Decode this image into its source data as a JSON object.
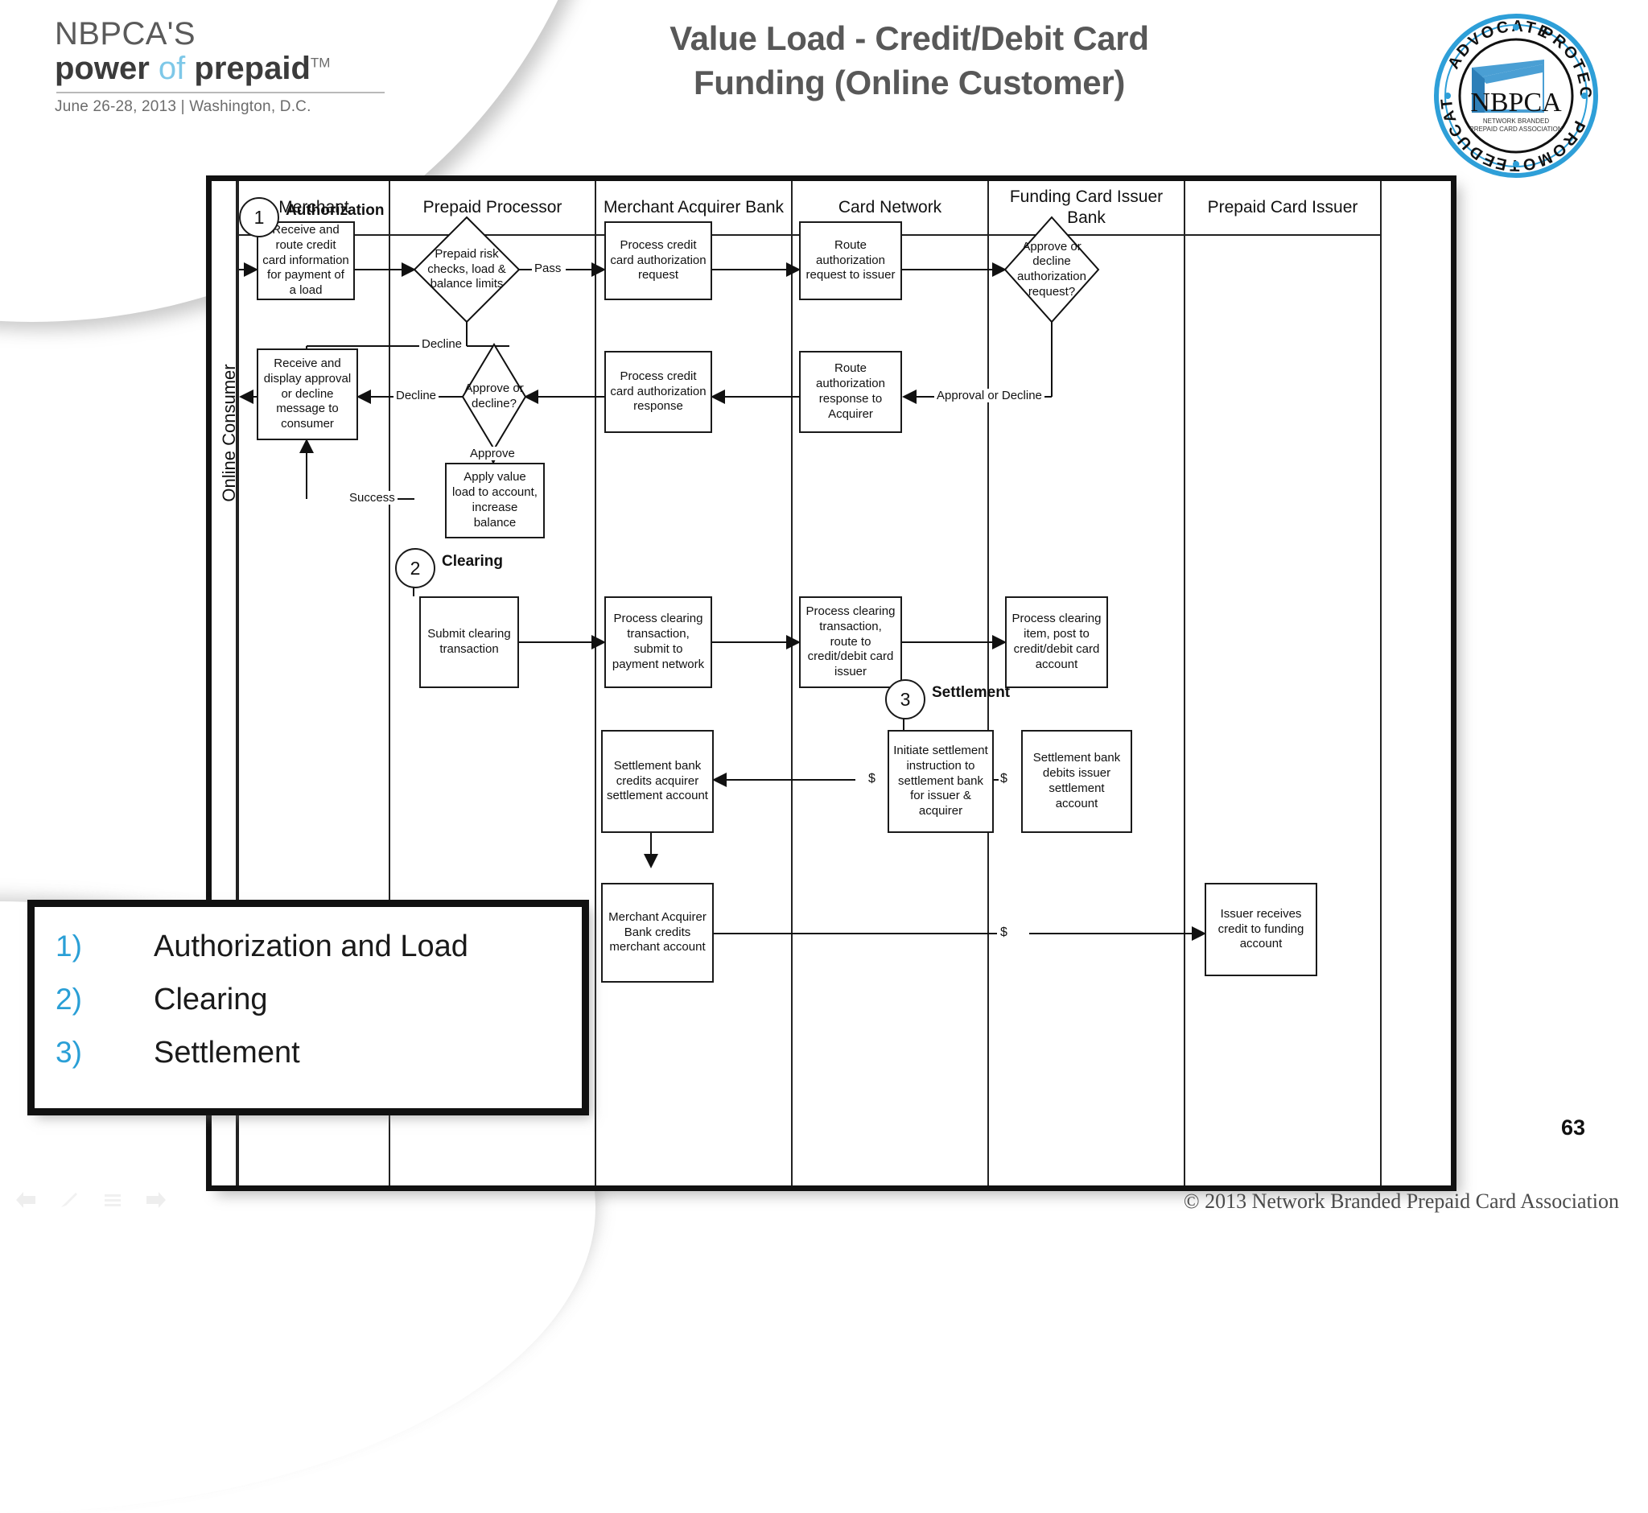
{
  "brand": {
    "line1": "NBPCA'S",
    "line2_bold1": "power",
    "line2_of": "of",
    "line2_bold2": "prepaid",
    "line2_tm": "TM",
    "line3": "June 26-28, 2013 | Washington, D.C.",
    "accent_color": "#7ec8e8"
  },
  "header": {
    "title_line1": "Value Load - Credit/Debit Card",
    "title_line2": "Funding (Online Customer)",
    "seal": {
      "name": "nbpca-seal",
      "ring_words": [
        "ADVOCATE",
        "PROTECT",
        "PROMOTE",
        "EDUCATE"
      ],
      "center_text": "NBPCA",
      "center_sub1": "NETWORK BRANDED",
      "center_sub2": "PREPAID CARD ASSOCIATION",
      "ring_color": "#2e9fd8"
    }
  },
  "diagram": {
    "consumer_lane_label": "Online Consumer",
    "lanes": [
      {
        "label": "Merchant"
      },
      {
        "label": "Prepaid Processor"
      },
      {
        "label": "Merchant Acquirer Bank"
      },
      {
        "label": "Card Network"
      },
      {
        "label": "Funding Card Issuer Bank"
      },
      {
        "label": "Prepaid Card Issuer"
      }
    ],
    "sections": [
      {
        "number": "1",
        "title": "Authorization"
      },
      {
        "number": "2",
        "title": "Clearing"
      },
      {
        "number": "3",
        "title": "Settlement"
      }
    ],
    "nodes": [
      {
        "id": "n1",
        "text": "Receive and route credit card information for payment of a load"
      },
      {
        "id": "n2",
        "text": "Prepaid risk checks, load & balance limits",
        "shape": "diamond"
      },
      {
        "id": "n3",
        "text": "Process credit card authorization request"
      },
      {
        "id": "n4",
        "text": "Route authorization request to issuer"
      },
      {
        "id": "n5",
        "text": "Approve or decline authorization request?",
        "shape": "diamond"
      },
      {
        "id": "n6",
        "text": "Receive and display approval or decline message to consumer"
      },
      {
        "id": "n7",
        "text": "Approve or decline?",
        "shape": "diamond"
      },
      {
        "id": "n8",
        "text": "Process credit card authorization response"
      },
      {
        "id": "n9",
        "text": "Route authorization response to Acquirer"
      },
      {
        "id": "n10",
        "text": "Apply value load to account, increase balance"
      },
      {
        "id": "n11",
        "text": "Submit clearing transaction"
      },
      {
        "id": "n12",
        "text": "Process clearing transaction, submit to payment network"
      },
      {
        "id": "n13",
        "text": "Process clearing transaction, route to credit/debit card issuer"
      },
      {
        "id": "n14",
        "text": "Process clearing item, post to credit/debit card account"
      },
      {
        "id": "n15",
        "text": "Settlement bank credits acquirer settlement account"
      },
      {
        "id": "n16",
        "text": "Initiate settlement instruction to settlement bank for issuer & acquirer"
      },
      {
        "id": "n17",
        "text": "Settlement bank debits issuer settlement account"
      },
      {
        "id": "n18",
        "text": "Merchant Acquirer Bank credits merchant account"
      },
      {
        "id": "n19",
        "text": "Issuer receives credit to funding account"
      }
    ],
    "edge_labels": {
      "pass": "Pass",
      "decline_top": "Decline",
      "decline_mid": "Decline",
      "approve": "Approve",
      "success": "Success",
      "approval_or_decline": "Approval or Decline",
      "dollar": "$"
    }
  },
  "legend": {
    "items": [
      {
        "num": "1)",
        "label": "Authorization and Load"
      },
      {
        "num": "2)",
        "label": "Clearing"
      },
      {
        "num": "3)",
        "label": "Settlement"
      }
    ],
    "num_color": "#2a9fd6"
  },
  "footer": {
    "page_number": "63",
    "copyright": "© 2013 Network Branded Prepaid Card Association",
    "nav_icons": [
      "previous-slide-icon",
      "pen-icon",
      "menu-icon",
      "next-slide-icon"
    ]
  }
}
